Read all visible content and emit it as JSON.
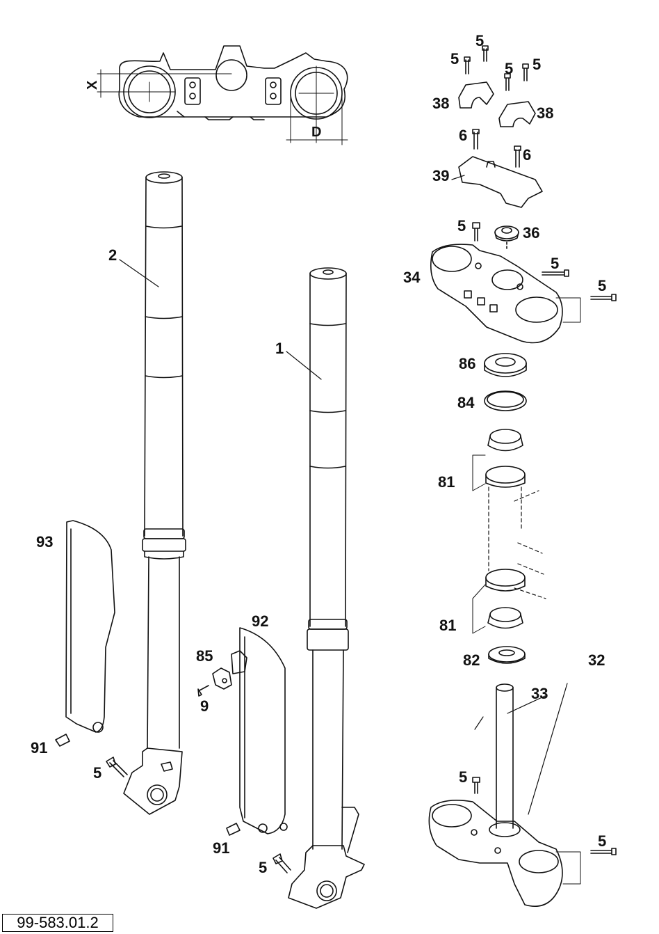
{
  "dimension_labels": {
    "x": "X",
    "d": "D"
  },
  "part_labels": {
    "p5_top_a": "5",
    "p5_top_b": "5",
    "p5_top_c": "5",
    "p5_top_d": "5",
    "p38_left": "38",
    "p38_right": "38",
    "p6_left": "6",
    "p6_right": "6",
    "p39": "39",
    "p5_upper_clamp": "5",
    "p36": "36",
    "p34": "34",
    "p5_upper_bolt_a": "5",
    "p5_upper_bolt_b": "5",
    "p86": "86",
    "p84": "84",
    "p81_upper": "81",
    "p81_lower": "81",
    "p82": "82",
    "p32": "32",
    "p33": "33",
    "p5_lower_clamp": "5",
    "p5_lower_bolt": "5",
    "p2": "2",
    "p1": "1",
    "p93": "93",
    "p92": "92",
    "p85": "85",
    "p9": "9",
    "p91_left": "91",
    "p91_right": "91",
    "p5_left_axle": "5",
    "p5_right_axle": "5"
  },
  "reference_number": "99-583.01.2"
}
